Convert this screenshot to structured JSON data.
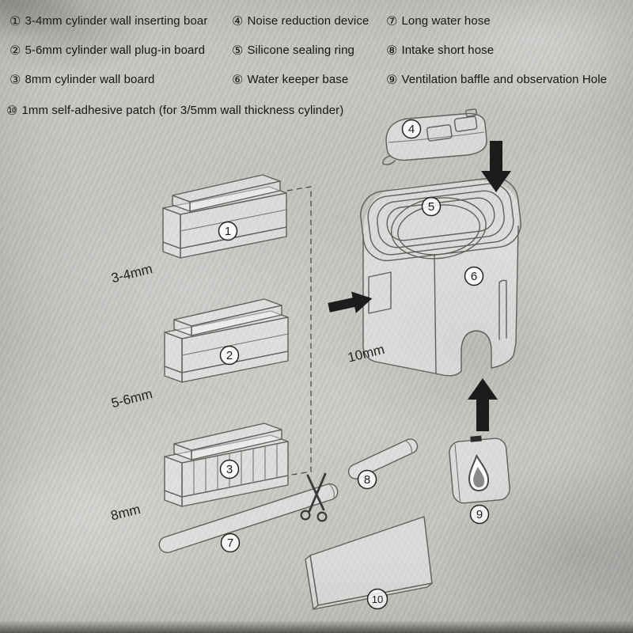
{
  "legend": {
    "items": [
      {
        "num": "①",
        "label": "3-4mm cylinder wall inserting boar"
      },
      {
        "num": "②",
        "label": "5-6mm cylinder wall plug-in board"
      },
      {
        "num": "③",
        "label": "8mm cylinder wall board"
      },
      {
        "num": "④",
        "label": "Noise reduction device"
      },
      {
        "num": "⑤",
        "label": "Silicone sealing ring"
      },
      {
        "num": "⑥",
        "label": "Water keeper base"
      },
      {
        "num": "⑦",
        "label": "Long water hose"
      },
      {
        "num": "⑧",
        "label": "Intake short hose"
      },
      {
        "num": "⑨",
        "label": "Ventilation baffle and observation Hole"
      },
      {
        "num": "⑩",
        "label": "1mm self-adhesive patch (for 3/5mm wall thickness cylinder)"
      }
    ]
  },
  "diagram": {
    "callouts": {
      "c1": "1",
      "c2": "2",
      "c3": "3",
      "c4": "4",
      "c5": "5",
      "c6": "6",
      "c7": "7",
      "c8": "8",
      "c9": "9",
      "c10": "10"
    },
    "labels": {
      "board1": "3-4mm",
      "board2": "5-6mm",
      "board3": "8mm",
      "body": "10mm"
    }
  },
  "colors": {
    "background": "#c6c5c2",
    "ink": "#1a1a18",
    "line": "#605f5c"
  }
}
